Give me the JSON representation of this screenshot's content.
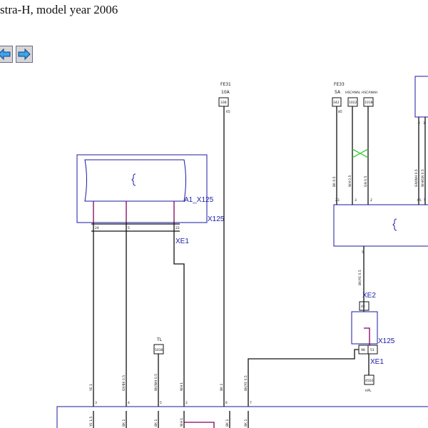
{
  "header": {
    "title": "stra-H, model year 2006"
  },
  "nav": {
    "back_icon": "arrow-left-icon",
    "forward_icon": "arrow-right-icon"
  },
  "colors": {
    "box": "#1a1aa6",
    "wire": "#111111",
    "wire_alt": "#800060",
    "can": "#33cc33",
    "nav_arrow": "#3aa6e8"
  },
  "diagram": {
    "connectors": {
      "a1_x125": "A1_X125",
      "x125_left": "X125",
      "xe1_left": "XE1",
      "xe2": "XE2",
      "x125_right": "X125",
      "xe1_right": "XE1"
    },
    "fuse_fe31": {
      "name": "FE31",
      "rating": "10A",
      "terminal": "338",
      "pin": "65"
    },
    "fuse_fe33": {
      "name": "FE33",
      "rating": "5A",
      "terminal": "342",
      "pin": "85"
    },
    "hscan_low": {
      "name": "HSCANAL",
      "terminal": "1022",
      "pin": "3"
    },
    "hscan_high": {
      "name": "HSCANAH",
      "terminal": "1018",
      "pin": "2"
    },
    "tl": {
      "name": "TL",
      "terminal": "5036"
    },
    "hpl": {
      "name": "HPL",
      "terminal": "4502"
    },
    "ecu_left_pins": [
      "24",
      "5",
      "22"
    ],
    "ecu_right_pins": {
      "in_left": "23",
      "in_mid": "3",
      "in_right": "2",
      "top_a": "2",
      "top_b": "3",
      "out": "5",
      "side_a": "65",
      "side_b": "5"
    },
    "x125_right_pins": [
      "42",
      "98",
      "51"
    ],
    "wire_labels": {
      "bk_0_5_top": "BK 0.5",
      "wh_0_5": "WH 0.5",
      "gn_0_5": "GN 0.5",
      "gnwh_0_5": "GN/WH 0.5",
      "whgn_0_5": "WH/GN 0.5",
      "bkye_0_5_mid": "BK/YE 0.5",
      "ye_1": "YE 1",
      "gybk_0_5": "GY/BK 0.5",
      "bkwh_0_5": "BK/WH 0.5",
      "wh_1": "WH 1",
      "bk_1": "BK 1",
      "bkye_0_5_low": "BK/YE 0.5"
    },
    "bottom_pins": [
      "3",
      "4",
      "5",
      "2",
      "6",
      "7"
    ],
    "bottom_wire_labels": [
      "YE 1.5",
      "BK 1",
      "BK 1",
      "WH 1",
      "BK 1",
      "BK 1"
    ]
  }
}
